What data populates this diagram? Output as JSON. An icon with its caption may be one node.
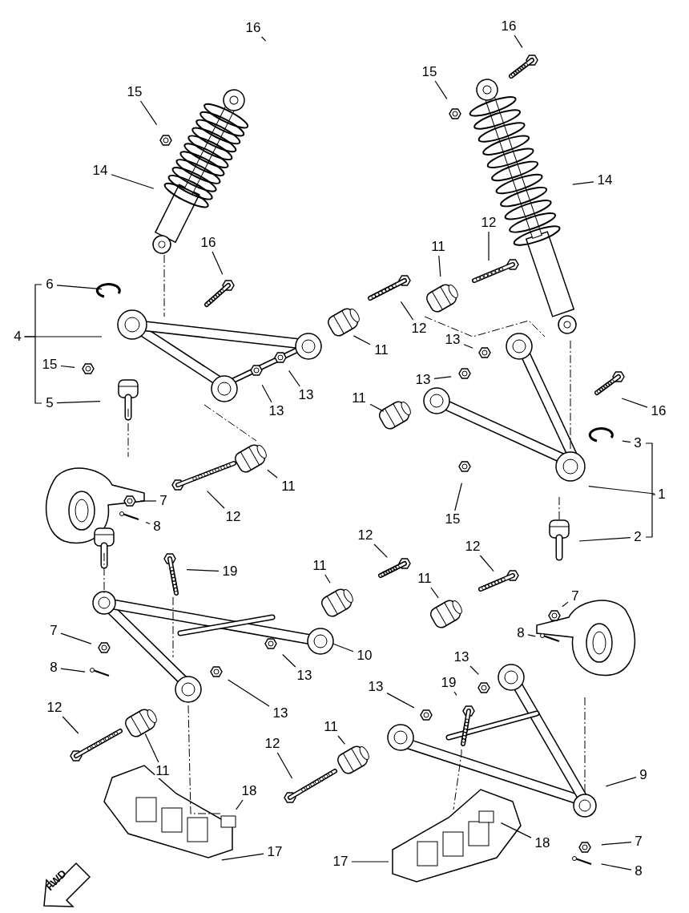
{
  "diagram": {
    "nodes": [
      {
        "text": [
          "16"
        ]
      },
      {
        "text": [
          "15"
        ]
      },
      {
        "text": [
          "14"
        ]
      },
      {
        "text": [
          "16"
        ]
      },
      {
        "text": [
          "6"
        ]
      },
      {
        "text": [
          "4"
        ]
      },
      {
        "text": [
          "15"
        ]
      },
      {
        "text": [
          "5"
        ]
      },
      {
        "text": [
          "16"
        ]
      },
      {
        "text": [
          "15"
        ]
      },
      {
        "text": [
          "14"
        ]
      },
      {
        "text": [
          "12"
        ]
      },
      {
        "text": [
          "11"
        ]
      },
      {
        "text": [
          "12"
        ]
      },
      {
        "text": [
          "11"
        ]
      },
      {
        "text": [
          "13"
        ]
      },
      {
        "text": [
          "13"
        ]
      },
      {
        "text": [
          "13"
        ]
      },
      {
        "text": [
          "13"
        ]
      },
      {
        "text": [
          "11"
        ]
      },
      {
        "text": [
          "16"
        ]
      },
      {
        "text": [
          "3"
        ]
      },
      {
        "text": [
          "1"
        ]
      },
      {
        "text": [
          "2"
        ]
      },
      {
        "text": [
          "15"
        ]
      },
      {
        "text": [
          "11"
        ]
      },
      {
        "text": [
          "12"
        ]
      },
      {
        "text": [
          "7"
        ]
      },
      {
        "text": [
          "8"
        ]
      },
      {
        "text": [
          "19"
        ]
      },
      {
        "text": [
          "12"
        ]
      },
      {
        "text": [
          "11"
        ]
      },
      {
        "text": [
          "12"
        ]
      },
      {
        "text": [
          "11"
        ]
      },
      {
        "text": [
          "7"
        ]
      },
      {
        "text": [
          "8"
        ]
      },
      {
        "text": [
          "7"
        ]
      },
      {
        "text": [
          "8"
        ]
      },
      {
        "text": [
          "10"
        ]
      },
      {
        "text": [
          "13"
        ]
      },
      {
        "text": [
          "13"
        ]
      },
      {
        "text": [
          "13"
        ]
      },
      {
        "text": [
          "19"
        ]
      },
      {
        "text": [
          "13"
        ]
      },
      {
        "text": [
          "12"
        ]
      },
      {
        "text": [
          "11"
        ]
      },
      {
        "text": [
          "11"
        ]
      },
      {
        "text": [
          "12"
        ]
      },
      {
        "text": [
          "9"
        ]
      },
      {
        "text": [
          "18"
        ]
      },
      {
        "text": [
          "18"
        ]
      },
      {
        "text": [
          "17"
        ]
      },
      {
        "text": [
          "17"
        ]
      },
      {
        "text": [
          "7"
        ]
      },
      {
        "text": [
          "8"
        ]
      }
    ],
    "edges": [
      {
        "from": 0,
        "to": null,
        "arrow": "none"
      },
      {
        "from": 1,
        "to": null,
        "arrow": "none"
      },
      {
        "from": 2,
        "to": null,
        "arrow": "none"
      },
      {
        "from": 3,
        "to": null,
        "arrow": "none"
      },
      {
        "from": 4,
        "to": null,
        "arrow": "none"
      },
      {
        "from": 5,
        "to": null,
        "arrow": "none"
      },
      {
        "from": 6,
        "to": null,
        "arrow": "none"
      },
      {
        "from": 7,
        "to": null,
        "arrow": "none"
      },
      {
        "from": 8,
        "to": null,
        "arrow": "none"
      },
      {
        "from": 9,
        "to": null,
        "arrow": "none"
      },
      {
        "from": 10,
        "to": null,
        "arrow": "none"
      },
      {
        "from": 11,
        "to": null,
        "arrow": "none"
      },
      {
        "from": 12,
        "to": null,
        "arrow": "none"
      },
      {
        "from": 13,
        "to": null,
        "arrow": "none"
      },
      {
        "from": 14,
        "to": null,
        "arrow": "none"
      },
      {
        "from": 15,
        "to": null,
        "arrow": "none"
      },
      {
        "from": 16,
        "to": null,
        "arrow": "none"
      },
      {
        "from": 17,
        "to": null,
        "arrow": "none"
      },
      {
        "from": 18,
        "to": null,
        "arrow": "none"
      },
      {
        "from": 19,
        "to": null,
        "arrow": "none"
      },
      {
        "from": 20,
        "to": null,
        "arrow": "none"
      },
      {
        "from": 21,
        "to": null,
        "arrow": "none"
      },
      {
        "from": 22,
        "to": null,
        "arrow": "none"
      },
      {
        "from": 23,
        "to": null,
        "arrow": "none"
      },
      {
        "from": 24,
        "to": null,
        "arrow": "none"
      },
      {
        "from": 25,
        "to": null,
        "arrow": "none"
      },
      {
        "from": 26,
        "to": null,
        "arrow": "none"
      },
      {
        "from": 27,
        "to": null,
        "arrow": "none"
      },
      {
        "from": 28,
        "to": null,
        "arrow": "none"
      },
      {
        "from": 29,
        "to": null,
        "arrow": "none"
      },
      {
        "from": 30,
        "to": null,
        "arrow": "none"
      },
      {
        "from": 31,
        "to": null,
        "arrow": "none"
      },
      {
        "from": 32,
        "to": null,
        "arrow": "none"
      },
      {
        "from": 33,
        "to": null,
        "arrow": "none"
      },
      {
        "from": 34,
        "to": null,
        "arrow": "none"
      },
      {
        "from": 35,
        "to": null,
        "arrow": "none"
      },
      {
        "from": 36,
        "to": null,
        "arrow": "none"
      },
      {
        "from": 37,
        "to": null,
        "arrow": "none"
      },
      {
        "from": 38,
        "to": null,
        "arrow": "none"
      },
      {
        "from": 39,
        "to": null,
        "arrow": "none"
      },
      {
        "from": 40,
        "to": null,
        "arrow": "none"
      },
      {
        "from": 41,
        "to": null,
        "arrow": "none"
      },
      {
        "from": 42,
        "to": null,
        "arrow": "none"
      },
      {
        "from": 43,
        "to": null,
        "arrow": "none"
      },
      {
        "from": 44,
        "to": null,
        "arrow": "none"
      },
      {
        "from": 45,
        "to": null,
        "arrow": "none"
      },
      {
        "from": 46,
        "to": null,
        "arrow": "none"
      },
      {
        "from": 47,
        "to": null,
        "arrow": "none"
      },
      {
        "from": 48,
        "to": null,
        "arrow": "none"
      },
      {
        "from": 49,
        "to": null,
        "arrow": "none"
      },
      {
        "from": 50,
        "to": null,
        "arrow": "none"
      },
      {
        "from": 51,
        "to": null,
        "arrow": "none"
      },
      {
        "from": 52,
        "to": null,
        "arrow": "none"
      },
      {
        "from": 53,
        "to": null,
        "arrow": "none"
      },
      {
        "from": 54,
        "to": null,
        "arrow": "none"
      }
    ],
    "labels": [
      "FWD"
    ]
  }
}
